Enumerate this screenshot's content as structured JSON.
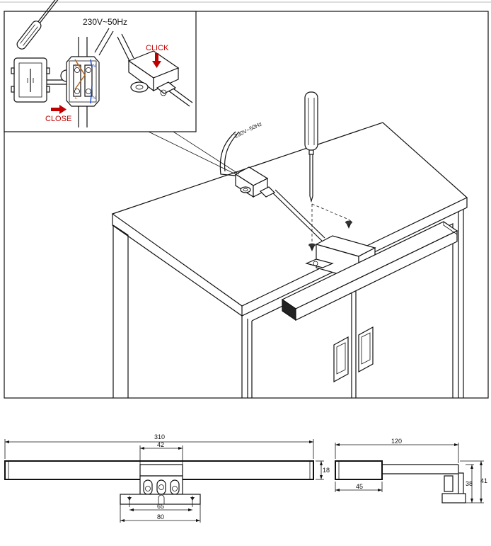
{
  "install_view": {
    "voltage_label": "230V~50Hz",
    "cable_label": "230V~50Hz"
  },
  "inset": {
    "voltage_label": "230V~50Hz",
    "click_label": "CLICK",
    "close_label": "CLOSE",
    "terminal_labels": [
      "L",
      "N",
      "L",
      "N"
    ],
    "accent_color": "#c00000"
  },
  "front_view": {
    "overall_width": "310",
    "bracket_width": "42",
    "hole_spacing": "65",
    "base_width": "80",
    "bar_height": "18"
  },
  "side_view": {
    "depth": "120",
    "head_depth": "45",
    "bracket_height": "38",
    "total_height": "41"
  }
}
